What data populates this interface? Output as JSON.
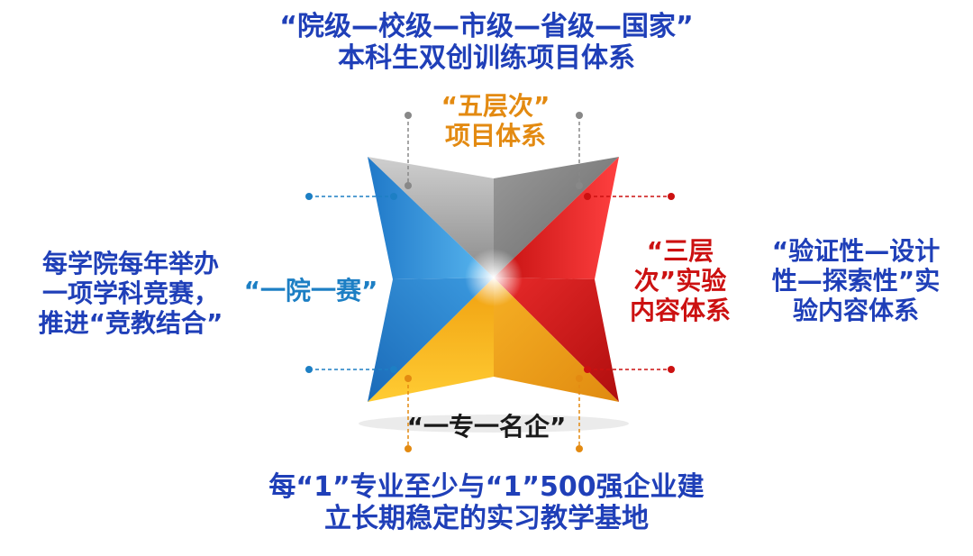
{
  "top_caption": {
    "line1": "“院级—校级—市级—省级—国家”",
    "line2": "本科生双创训练项目体系"
  },
  "top_label": {
    "line1": "“五层次”",
    "line2": "项目体系"
  },
  "left_caption": {
    "line1": "每学院每年举办",
    "line2": "一项学科竞赛，",
    "line3": "推进“竞教结合”"
  },
  "left_label": "“一院一赛”",
  "right_label": {
    "line1": "“三层",
    "line2": "次”实验",
    "line3": "内容体系"
  },
  "right_caption": {
    "line1": "“验证性—设计",
    "line2": "性—探索性”实",
    "line3": "验内容体系"
  },
  "bottom_label": "“一专一名企”",
  "bottom_caption": {
    "line1": "每“1”专业至少与“1”500强企业建",
    "line2": "立长期稳定的实习教学基地"
  },
  "colors": {
    "top": "#a8a8a8",
    "right": "#e02020",
    "bottom": "#f2a81c",
    "left": "#2e8fd9",
    "caption": "#1f3fb8"
  }
}
